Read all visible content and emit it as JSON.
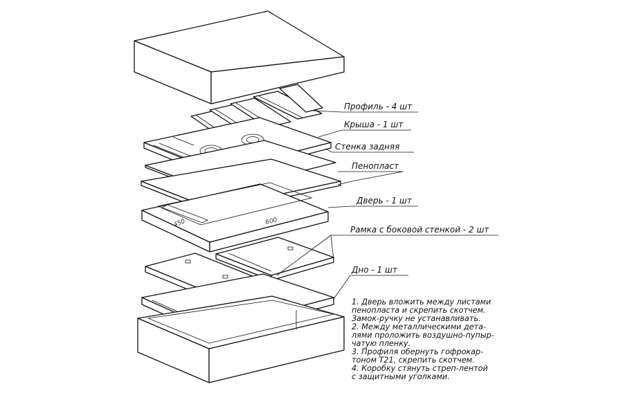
{
  "labels": {
    "profile": "Профиль - 4 шт",
    "lid": "Крыша - 1 шт",
    "back_wall": "Стенка задняя",
    "foam": "Пенопласт",
    "door": "Дверь - 1 шт",
    "frame": "Рамка с боковой стенкой - 2 шт",
    "bottom": "Дно - 1 шт"
  },
  "dimensions": {
    "width": "600",
    "depth": "450"
  },
  "notes": [
    "1. Дверь вложить между листами",
    "пенопласта и скрепить скотчем.",
    "Замок-ручку не устанавливать.",
    "2. Между металлическими дета-",
    "лями проложить воздушно-пупыр-",
    "чатую пленку.",
    "3. Профиля обернуть гофрокар-",
    "тоном Т21, скрепить скотчем.",
    "4. Коробку стянуть стреп-лентой",
    "с защитными уголками."
  ]
}
